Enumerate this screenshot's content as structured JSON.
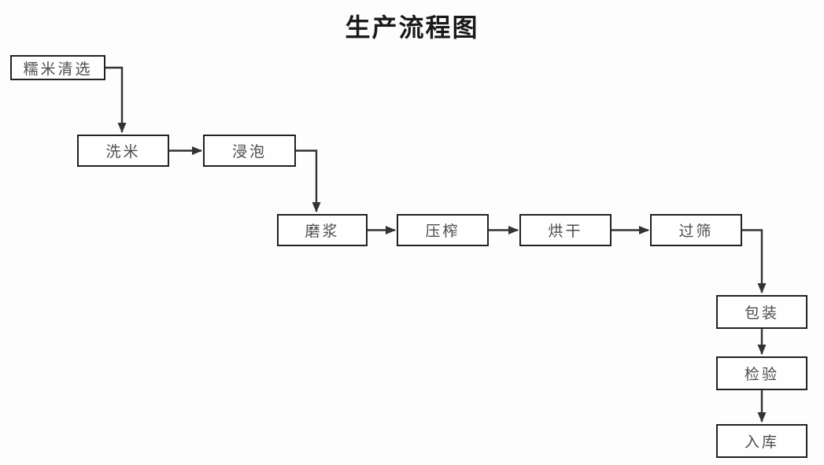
{
  "title": "生产流程图",
  "flow": {
    "nodes": [
      {
        "id": "rice-cleaning",
        "label": "糯米清选"
      },
      {
        "id": "rice-washing",
        "label": "洗米"
      },
      {
        "id": "soaking",
        "label": "浸泡"
      },
      {
        "id": "grinding",
        "label": "磨浆"
      },
      {
        "id": "pressing",
        "label": "压榨"
      },
      {
        "id": "drying",
        "label": "烘干"
      },
      {
        "id": "sieving",
        "label": "过筛"
      },
      {
        "id": "packaging",
        "label": "包装"
      },
      {
        "id": "inspection",
        "label": "检验"
      },
      {
        "id": "warehousing",
        "label": "入库"
      }
    ],
    "edges": [
      {
        "from": "rice-cleaning",
        "to": "rice-washing"
      },
      {
        "from": "rice-washing",
        "to": "soaking"
      },
      {
        "from": "soaking",
        "to": "grinding"
      },
      {
        "from": "grinding",
        "to": "pressing"
      },
      {
        "from": "pressing",
        "to": "drying"
      },
      {
        "from": "drying",
        "to": "sieving"
      },
      {
        "from": "sieving",
        "to": "packaging"
      },
      {
        "from": "packaging",
        "to": "inspection"
      },
      {
        "from": "inspection",
        "to": "warehousing"
      }
    ]
  },
  "colors": {
    "background": "#fdfdfd",
    "node_border": "#222222",
    "node_fill": "#fefefe",
    "arrow": "#333333",
    "node_text": "#4d4d4d",
    "title_text": "#1a1a1a"
  }
}
